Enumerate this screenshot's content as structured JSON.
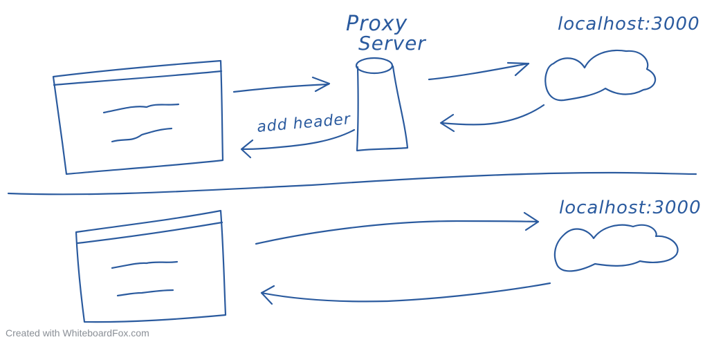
{
  "top": {
    "proxy_label_line1": "Proxy",
    "proxy_label_line2": "Server",
    "server_label": "localhost:3000",
    "return_label": "add header"
  },
  "bottom": {
    "server_label": "localhost:3000"
  },
  "footer": {
    "credit": "Created with WhiteboardFox.com"
  },
  "colors": {
    "ink": "#2a5a9e",
    "footer_text": "#8a8f96"
  }
}
